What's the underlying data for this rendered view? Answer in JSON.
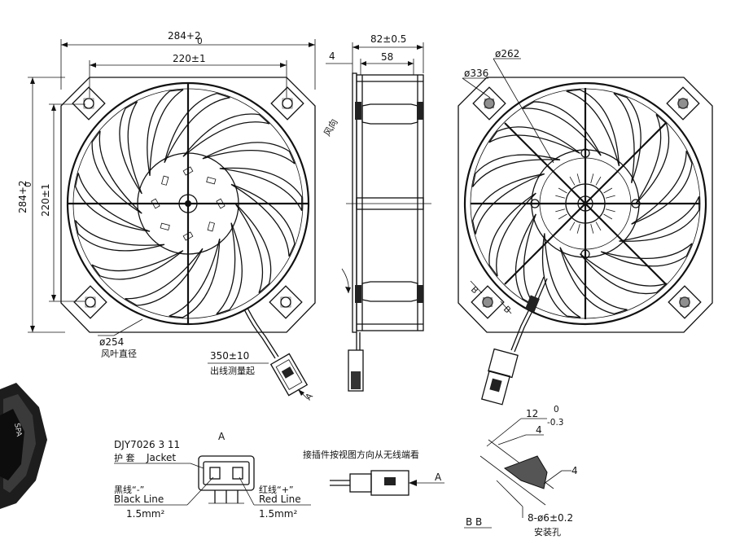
{
  "front_view": {
    "overall_width": "284+2",
    "overall_width_tol_low": "0",
    "hole_spacing_h": "220±1",
    "overall_height": "284+2",
    "overall_height_tol_low": "0",
    "hole_spacing_v": "220±1",
    "impeller_dia": "ø254",
    "impeller_dia_label": "风叶直径",
    "lead_length": "350±10",
    "lead_length_label": "出线测量起",
    "section_mark": "A"
  },
  "side_view": {
    "depth": "82±0.5",
    "inner_depth": "58",
    "flange": "4",
    "airflow_label": "风向"
  },
  "rear_view": {
    "motor_dia": "ø262",
    "frame_dia": "ø336",
    "section_mark_left": "B",
    "section_mark_right": "B"
  },
  "connector": {
    "part_no": "DJY7026 3 11",
    "jacket_cn": "护 套",
    "jacket_en": "Jacket",
    "view_label": "A",
    "black_cn": "黑线“-”",
    "black_en": "Black Line",
    "black_area": "1.5mm²",
    "red_cn": "红线“+”",
    "red_en": "Red Line",
    "red_area": "1.5mm²",
    "note": "接插件按视图方向从无线端看",
    "arrow_label": "A"
  },
  "section_bb": {
    "dim_top": "12",
    "dim_top_upper": "0",
    "dim_top_lower": "-0.3",
    "dim_4_top": "4",
    "dim_4_right": "4",
    "holes": "8-ø6±0.2",
    "holes_cn": "安装孔",
    "title": "B B"
  }
}
